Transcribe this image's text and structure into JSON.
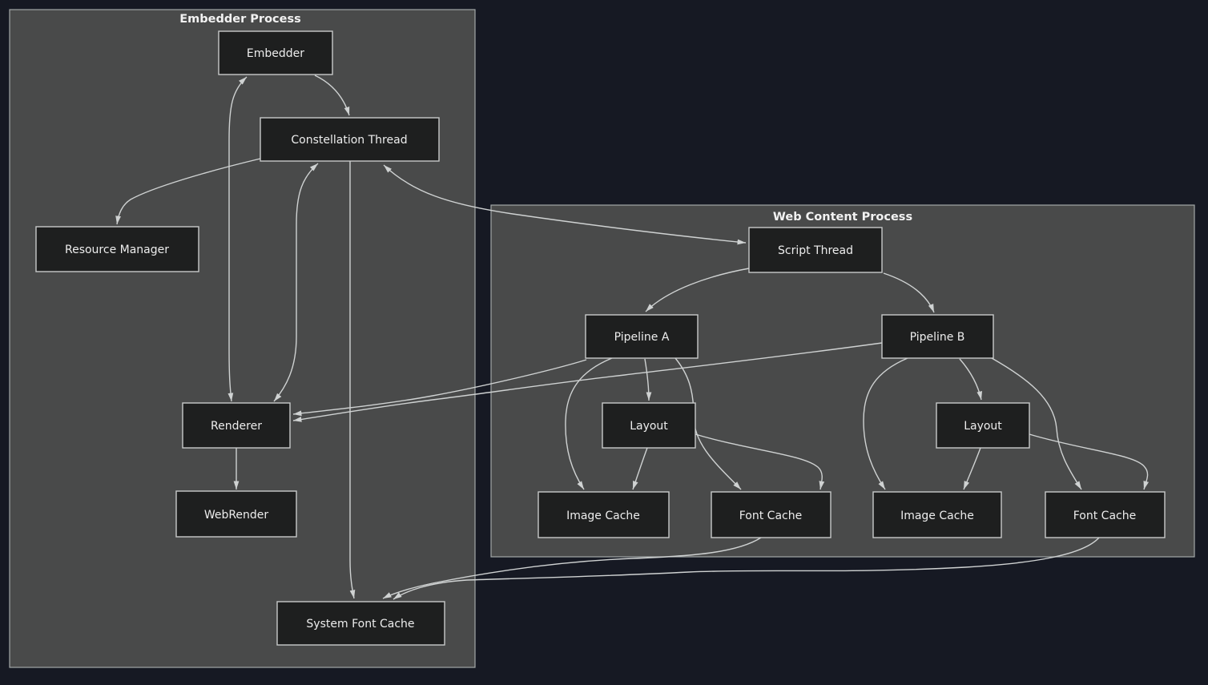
{
  "colors": {
    "background": "#161923",
    "cluster_fill": "#494a4a",
    "cluster_border": "#a3a8a8",
    "node_fill": "#1e1f1f",
    "node_border": "#c8caca",
    "node_text": "#ededed",
    "cluster_label": "#f2f2f2",
    "edge_color": "#cfd2d2"
  },
  "diagram": {
    "clusters": {
      "embedder_process": {
        "label": "Embedder Process"
      },
      "web_content_process": {
        "label": "Web Content Process"
      }
    },
    "nodes": {
      "embedder": {
        "label": "Embedder",
        "cluster": "embedder_process"
      },
      "constellation_thread": {
        "label": "Constellation Thread",
        "cluster": "embedder_process"
      },
      "resource_manager": {
        "label": "Resource Manager",
        "cluster": "embedder_process"
      },
      "renderer": {
        "label": "Renderer",
        "cluster": "embedder_process"
      },
      "webrender": {
        "label": "WebRender",
        "cluster": "embedder_process"
      },
      "system_font_cache": {
        "label": "System Font Cache",
        "cluster": "embedder_process"
      },
      "script_thread": {
        "label": "Script Thread",
        "cluster": "web_content_process"
      },
      "pipeline_a": {
        "label": "Pipeline A",
        "cluster": "web_content_process"
      },
      "pipeline_b": {
        "label": "Pipeline B",
        "cluster": "web_content_process"
      },
      "layout_a": {
        "label": "Layout",
        "cluster": "web_content_process"
      },
      "layout_b": {
        "label": "Layout",
        "cluster": "web_content_process"
      },
      "image_cache_a": {
        "label": "Image Cache",
        "cluster": "web_content_process"
      },
      "image_cache_b": {
        "label": "Image Cache",
        "cluster": "web_content_process"
      },
      "font_cache_a": {
        "label": "Font Cache",
        "cluster": "web_content_process"
      },
      "font_cache_b": {
        "label": "Font Cache",
        "cluster": "web_content_process"
      }
    },
    "edges": [
      {
        "from": "embedder",
        "to": "constellation_thread",
        "dir": "forward"
      },
      {
        "from": "embedder",
        "to": "renderer",
        "dir": "both"
      },
      {
        "from": "constellation_thread",
        "to": "renderer",
        "dir": "both"
      },
      {
        "from": "constellation_thread",
        "to": "resource_manager",
        "dir": "forward"
      },
      {
        "from": "constellation_thread",
        "to": "system_font_cache",
        "dir": "forward"
      },
      {
        "from": "constellation_thread",
        "to": "script_thread",
        "dir": "both"
      },
      {
        "from": "script_thread",
        "to": "pipeline_a",
        "dir": "forward"
      },
      {
        "from": "script_thread",
        "to": "pipeline_b",
        "dir": "forward"
      },
      {
        "from": "pipeline_a",
        "to": "layout_a",
        "dir": "forward"
      },
      {
        "from": "pipeline_a",
        "to": "image_cache_a",
        "dir": "forward"
      },
      {
        "from": "pipeline_a",
        "to": "font_cache_a",
        "dir": "forward"
      },
      {
        "from": "layout_a",
        "to": "image_cache_a",
        "dir": "forward"
      },
      {
        "from": "layout_a",
        "to": "font_cache_a",
        "dir": "forward"
      },
      {
        "from": "pipeline_b",
        "to": "layout_b",
        "dir": "forward"
      },
      {
        "from": "pipeline_b",
        "to": "image_cache_b",
        "dir": "forward"
      },
      {
        "from": "pipeline_b",
        "to": "font_cache_b",
        "dir": "forward"
      },
      {
        "from": "layout_b",
        "to": "image_cache_b",
        "dir": "forward"
      },
      {
        "from": "layout_b",
        "to": "font_cache_b",
        "dir": "forward"
      },
      {
        "from": "pipeline_a",
        "to": "renderer",
        "dir": "forward"
      },
      {
        "from": "pipeline_b",
        "to": "renderer",
        "dir": "forward"
      },
      {
        "from": "renderer",
        "to": "webrender",
        "dir": "forward"
      },
      {
        "from": "font_cache_a",
        "to": "system_font_cache",
        "dir": "forward"
      },
      {
        "from": "font_cache_b",
        "to": "system_font_cache",
        "dir": "forward"
      }
    ]
  }
}
